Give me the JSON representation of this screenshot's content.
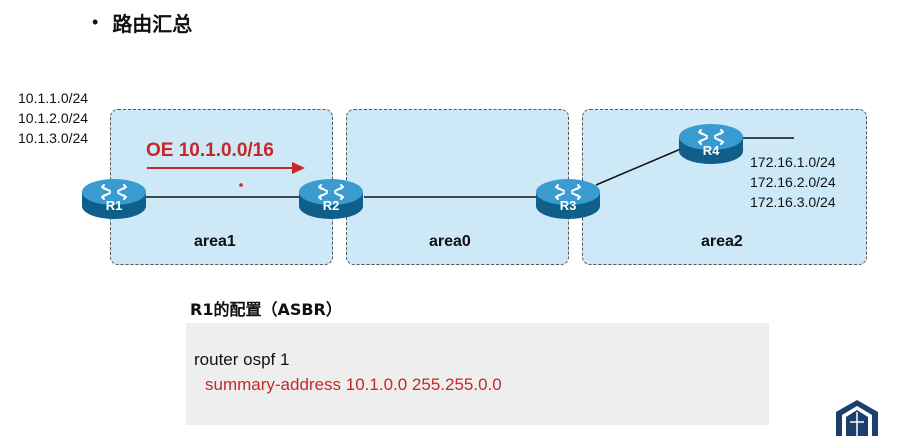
{
  "slide": {
    "bullet": "•",
    "title": "路由汇总"
  },
  "areas": {
    "area1": "area1",
    "area0": "area0",
    "area2": "area2"
  },
  "routers": {
    "r1": "R1",
    "r2": "R2",
    "r3": "R3",
    "r4": "R4"
  },
  "left_networks": [
    "10.1.1.0/24",
    "10.1.2.0/24",
    "10.1.3.0/24"
  ],
  "right_networks": [
    "172.16.1.0/24",
    "172.16.2.0/24",
    "172.16.3.0/24"
  ],
  "advertisement": {
    "label": "OE 10.1.0.0/16",
    "color": "#c62828"
  },
  "config": {
    "heading": "R1的配置（ASBR）",
    "line1": "router ospf 1",
    "line2": "summary-address 10.1.0.0 255.255.0.0"
  },
  "colors": {
    "area_fill": "#cde8f6",
    "router": "#1f7fb3",
    "accent_red": "#c62828",
    "config_bg": "#eeeeee"
  },
  "icons": [
    "router-icon",
    "arrow-right-icon",
    "logo-icon"
  ]
}
